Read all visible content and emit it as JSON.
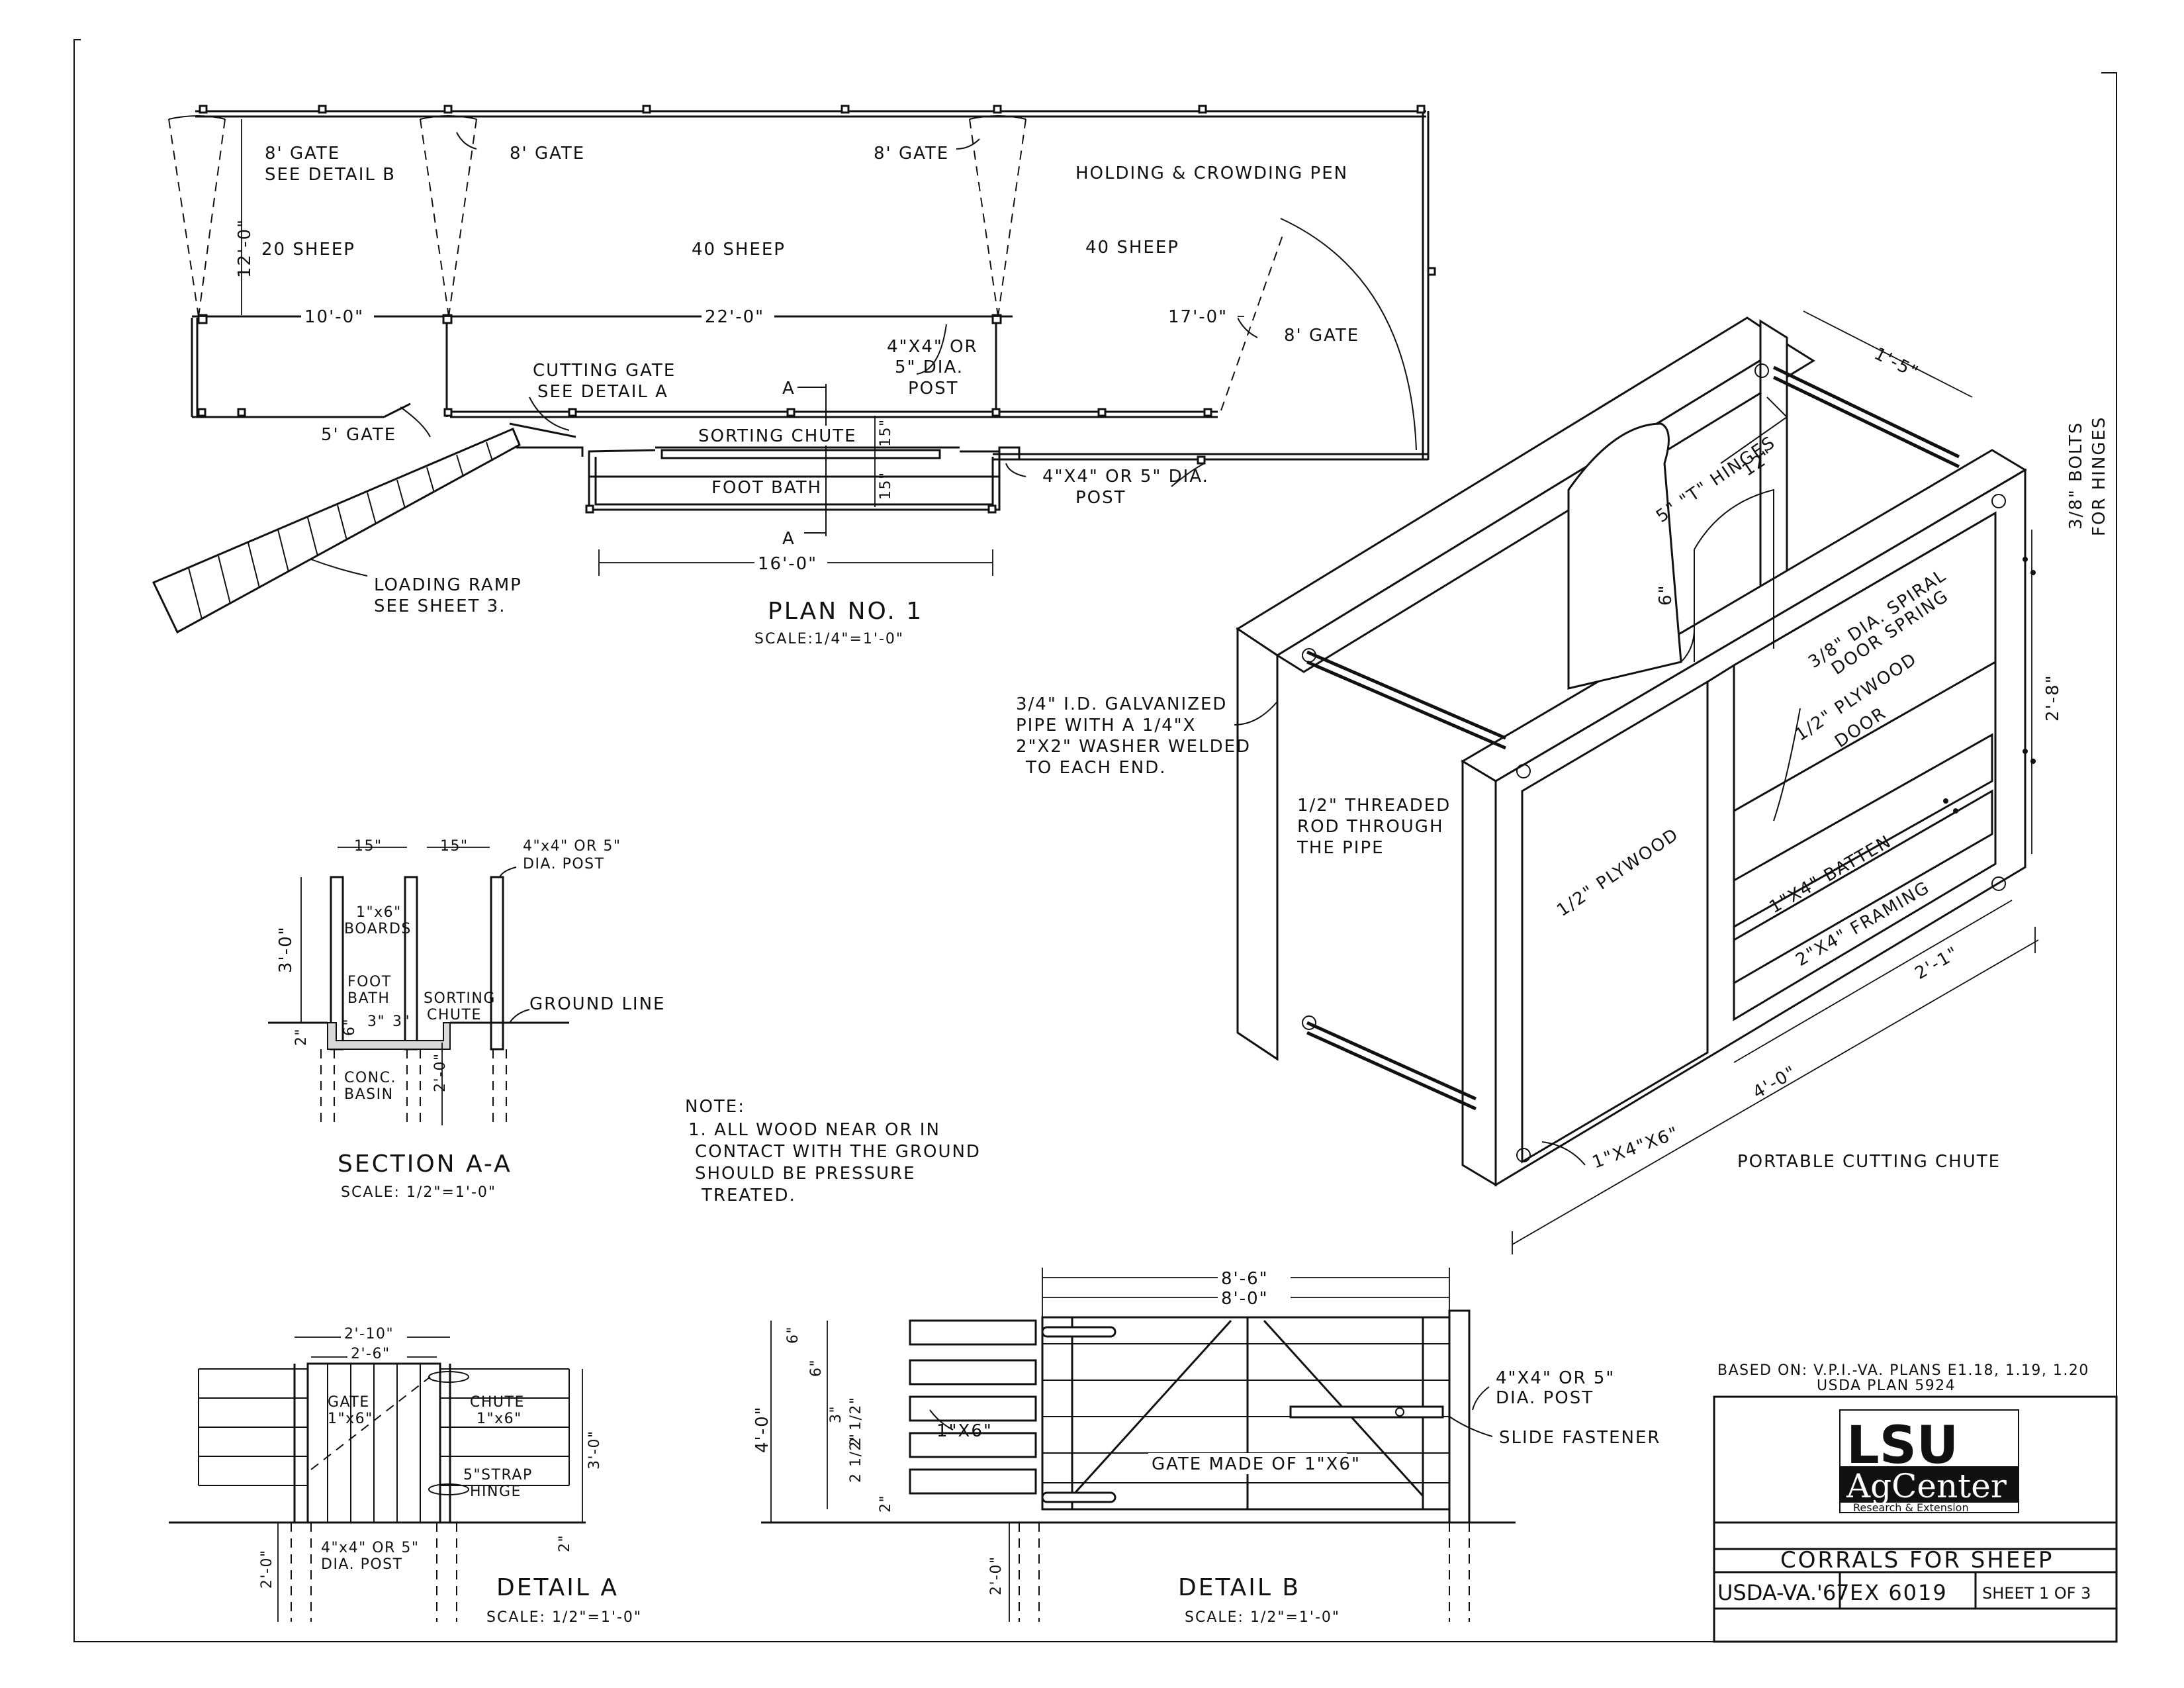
{
  "plan": {
    "gate_b": "8' GATE",
    "see_detail_b": "SEE DETAIL B",
    "gate_2": "8' GATE",
    "gate_3": "8' GATE",
    "holding_pen": "HOLDING & CROWDING PEN",
    "width_dim": "12'-0\"",
    "pen1": "20 SHEEP",
    "pen2": "40 SHEEP",
    "pen3": "40 SHEEP",
    "dim_10": "10'-0\"",
    "dim_22": "22'-0\"",
    "dim_17": "17'-0\"",
    "gate_4": "8' GATE",
    "post_a1": "4\"X4\" OR",
    "post_a2": "5\" DIA.",
    "post_a3": "POST",
    "cutting_gate": "CUTTING GATE",
    "see_detail_a": "SEE DETAIL A",
    "section_mark_top": "A",
    "section_mark_bottom": "A",
    "gate_5": "5' GATE",
    "sorting_chute": "SORTING CHUTE",
    "foot_bath": "FOOT BATH",
    "dim_15a": "15\"",
    "dim_15b": "15\"",
    "post_b1": "4\"X4\" OR 5\" DIA.",
    "post_b2": "POST",
    "dim_16": "16'-0\"",
    "loading_ramp": "LOADING RAMP",
    "see_sheet": "SEE SHEET 3.",
    "title": "PLAN NO. 1",
    "scale": "SCALE:1/4\"=1'-0\""
  },
  "chute": {
    "dim_15": "1'-5\"",
    "bolts_1": "3/8\" BOLTS",
    "bolts_2": "FOR HINGES",
    "hinges": "5\" \"T\" HINGES",
    "dim_12": "12\"",
    "dim_6": "6\"",
    "spring_1": "3/8\" DIA. SPIRAL",
    "spring_2": "DOOR SPRING",
    "dim_28": "2'-8\"",
    "pipe_1": "3/4\" I.D. GALVANIZED",
    "pipe_2": "PIPE WITH A 1/4\"X",
    "pipe_3": "2\"X2\" WASHER WELDED",
    "pipe_4": "TO EACH END.",
    "door_1": "1/2\" PLYWOOD",
    "door_2": "DOOR",
    "rod_1": "1/2\" THREADED",
    "rod_2": "ROD THROUGH",
    "rod_3": "THE PIPE",
    "plywood": "1/2\" PLYWOOD",
    "batten": "1\"X4\" BATTEN",
    "framing": "2\"X4\" FRAMING",
    "dim_21": "2'-1\"",
    "dim_40": "4'-0\"",
    "member": "1\"X4\"X6\"",
    "title": "PORTABLE CUTTING CHUTE"
  },
  "section": {
    "dim_5": "15\"",
    "dim_15": "15\"",
    "post_1": "4\"x4\" OR 5\"",
    "post_2": "DIA. POST",
    "dim_30": "3'-0\"",
    "boards_1": "1\"x6\"",
    "boards_2": "BOARDS",
    "foot_1": "FOOT",
    "foot_2": "BATH",
    "sort_1": "SORTING",
    "sort_2": "CHUTE",
    "dim_6": "6\"",
    "dim_3a": "3\"",
    "dim_3b": "3\"",
    "dim_2": "2\"",
    "ground": "GROUND LINE",
    "basin_1": "CONC.",
    "basin_2": "BASIN",
    "dim_20": "2'-0\"",
    "title": "SECTION A-A",
    "scale": "SCALE: 1/2\"=1'-0\""
  },
  "note": {
    "head": "NOTE:",
    "l1": "1. ALL WOOD NEAR OR IN",
    "l2": "CONTACT WITH THE GROUND",
    "l3": "SHOULD BE PRESSURE",
    "l4": "TREATED."
  },
  "detail_a": {
    "dim_210": "2'-10\"",
    "dim_26": "2'-6\"",
    "gate_1": "GATE",
    "gate_2": "1\"x6\"",
    "chute_1": "CHUTE",
    "chute_2": "1\"x6\"",
    "dim_30": "3'-0\"",
    "hinge_1": "5\"STRAP",
    "hinge_2": "HINGE",
    "dim_2": "2\"",
    "dim_20": "2'-0\"",
    "post_1": "4\"x4\" OR 5\"",
    "post_2": "DIA. POST",
    "title": "DETAIL A",
    "scale": "SCALE: 1/2\"=1'-0\""
  },
  "detail_b": {
    "dim_86": "8'-6\"",
    "dim_80": "8'-0\"",
    "dim_6a": "6\"",
    "dim_6b": "6\"",
    "dim_3": "3\"",
    "dim_2a": "2 1/2\"",
    "dim_2b": "2 1/2\"",
    "dim_2c": "2\"",
    "dim_40": "4'-0\"",
    "boards": "1\"X6\"",
    "gate_made": "GATE MADE OF 1\"X6\"",
    "post_1": "4\"X4\" OR 5\"",
    "post_2": "DIA. POST",
    "fastener": "SLIDE FASTENER",
    "dim_20": "2'-0\"",
    "title": "DETAIL B",
    "scale": "SCALE: 1/2\"=1'-0\""
  },
  "title_block": {
    "based_1": "BASED ON: V.P.I.-VA. PLANS E1.18, 1.19, 1.20",
    "based_2": "USDA PLAN 5924",
    "logo_lsu": "LSU",
    "logo_ag": "AgCenter",
    "logo_sub": "Research & Extension",
    "title": "CORRALS FOR SHEEP",
    "code": "USDA-VA.'67",
    "ex": "EX 6019",
    "sheet": "SHEET 1 OF 3"
  }
}
